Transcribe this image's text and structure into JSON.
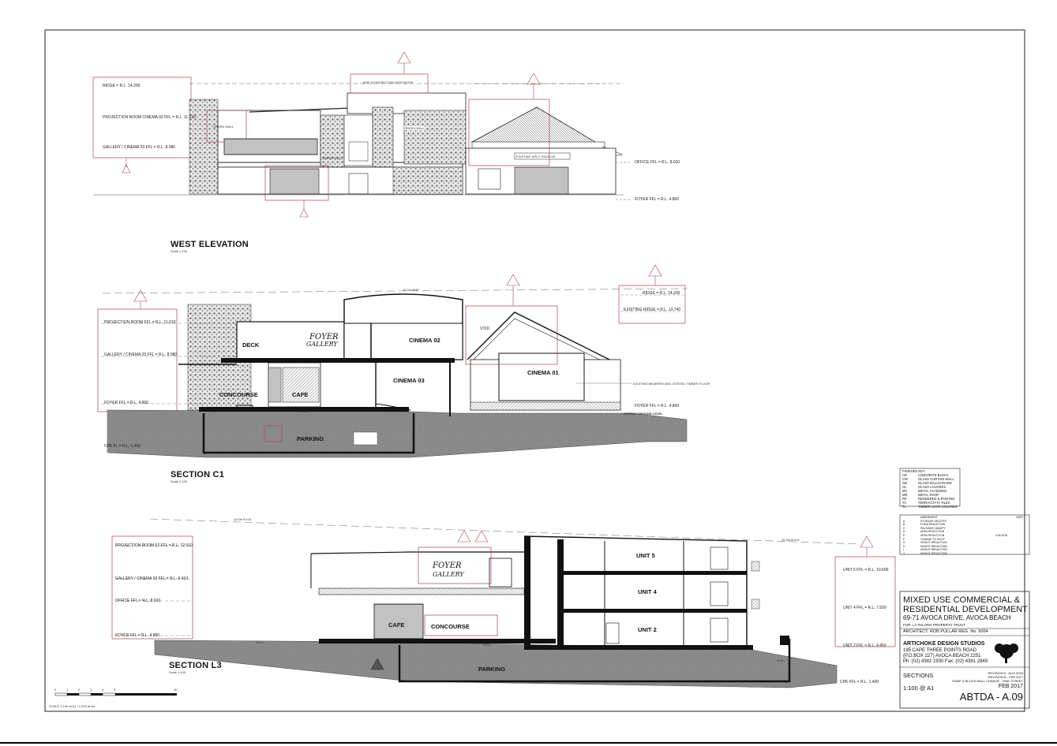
{
  "drawings": {
    "west_elevation": {
      "title": "WEST ELEVATION",
      "scale": "Scale 1:100",
      "levels": [
        "RIDGE = R.L. 14.200",
        "PROJECTION ROOM CINEMA 02 FFL = R.L. 11.610",
        "GALLERY / CINEMA 03 FFL = R.L. 8.080",
        "OFFICE FFL = R.L. 8.010",
        "FOYER FFL = R.L. 4.800"
      ],
      "notes": [
        "BHE INTERSECTION WITH ROOF",
        "GREEN WALL",
        "GREEN WALL",
        "GREEN WALL",
        "EXISTING SPLIT FACE CB"
      ]
    },
    "section_c1": {
      "title": "SECTION C1",
      "scale": "Scale 1:100",
      "levels": [
        "PROJECTION ROOM FFL = R.L. 11.610",
        "GALLERY / CINEMA 03 FFL = R.L. 8.080",
        "FOYER FFL = R.L. 4.800",
        "CPK FL = R.L. 1.400",
        "RIDGE = R.L. 14.200",
        "EXISTING RIDGE = R.L. 13.740",
        "FOYER FFL = R.L. 4.800"
      ],
      "rooms": [
        "DECK",
        "CINEMA 02",
        "VOID",
        "CINEMA 01",
        "CINEMA 03",
        "CONCOURSE",
        "CAFE",
        "PARKING"
      ],
      "handwritten": [
        "FOYER",
        "GALLERY"
      ],
      "notes": [
        "10.0m BHE",
        "EXISTING BEARERS AND JOISTED TIMBER FLOOR",
        "APPROX GROUND LEVEL",
        "N.G.L"
      ]
    },
    "section_l3": {
      "title": "SECTION L3",
      "scale": "Scale 1:100",
      "levels": [
        "PROJECTION ROOM 02 FFL = R.L. 12.510",
        "GALLERY / CINEMA 03 FFL = R.L. 9.410",
        "OFFICE FFL = R.L. 8.010",
        "FOYER FFL = R.L. 4.800",
        "UNIT 5 FFL = R.L. 10.600",
        "UNIT 4 FFL = R.L. 7.500",
        "UNIT 2 FFL = R.L. 4.450",
        "CPK FFL = R.L. 1.400"
      ],
      "rooms": [
        "UNIT 5",
        "UNIT 4",
        "UNIT 2",
        "CAFE",
        "CONCOURSE",
        "PARKING"
      ],
      "handwritten": [
        "FOYER",
        "GALLERY"
      ],
      "notes": [
        "10.0m B.H.E",
        "10.0m B.H.E",
        "N.G.L",
        "N.G.L",
        "N.G.L"
      ]
    }
  },
  "scale_bar": {
    "ticks": [
      "0",
      "1",
      "2",
      "3",
      "4",
      "5",
      "10"
    ],
    "caption": "SCALE 1:100 at A1 / 1:200 at A3"
  },
  "finishes_key": {
    "heading": "FINISHES KEY",
    "items": [
      {
        "code": "CB",
        "name": "CONCRETE BLOCK"
      },
      {
        "code": "CW",
        "name": "GLASS CURTAIN WALL"
      },
      {
        "code": "GB",
        "name": "GLASS BALUSTRADE"
      },
      {
        "code": "GL",
        "name": "GLASS LOUVRES"
      },
      {
        "code": "MC",
        "name": "METAL CLADDING"
      },
      {
        "code": "MR",
        "name": "METAL ROOF"
      },
      {
        "code": "RP",
        "name": "RENDERED & PAINTED"
      },
      {
        "code": "TC",
        "name": "TERRACOTTA TILES"
      },
      {
        "code": "TL",
        "name": "TIMBER LOCK LOUVRES"
      }
    ]
  },
  "amendments": {
    "heading": "AMENDMENT",
    "date_heading": "DATE",
    "rows": [
      {
        "ref": "A",
        "text": "STORAGE DELETED"
      },
      {
        "ref": "B",
        "text": "FORM REDUCTION"
      },
      {
        "ref": "C",
        "text": "PALISADE CANOPY"
      },
      {
        "ref": "D",
        "text": "AREA REDUCTION"
      },
      {
        "ref": "E",
        "text": "AREA REDUCTION",
        "date": "4.08.2016"
      },
      {
        "ref": "F",
        "text": "CHANGE TO ROOF"
      },
      {
        "ref": "G",
        "text": "HEIGHT REDUCTION"
      },
      {
        "ref": "H",
        "text": "HEIGHT REDUCTION"
      },
      {
        "ref": "I",
        "text": "HEIGHT REDUCTION"
      },
      {
        "ref": "J",
        "text": "HEIGHT REDUCTION"
      }
    ]
  },
  "title_block": {
    "project_line1": "MIXED USE COMMERCIAL &",
    "project_line2": "RESIDENTIAL DEVELOPMENT",
    "address": "69-71 AVOCA DRIVE, AVOCA BEACH",
    "client": "FOR: LA PALOMA PROPERTY TRUST",
    "architect": "ARCHITECT:   ROB PULLAR REG. No. 5004",
    "firm": "ARTICHOKE DESIGN STUDIOS",
    "firm_address1": "195 CAPE THREE POINTS ROAD",
    "firm_address2": "(P.O.BOX 227) AVOCA BEACH 2251",
    "firm_phone": "Ph: (02) 4382 1930 Fax: (02) 4381 2849",
    "sheet_name": "SECTIONS",
    "sheet_scale": "1:100 @ A1",
    "revision_a": "REVISION A - AUG 2016",
    "revision_b": "REVISION B - FEB 2017",
    "revision_note": "RAMP & BLOCK WALL CHANGE - VINE STREET",
    "date": "FEB 2017",
    "drawing_number": "ABTDA - A.09"
  }
}
